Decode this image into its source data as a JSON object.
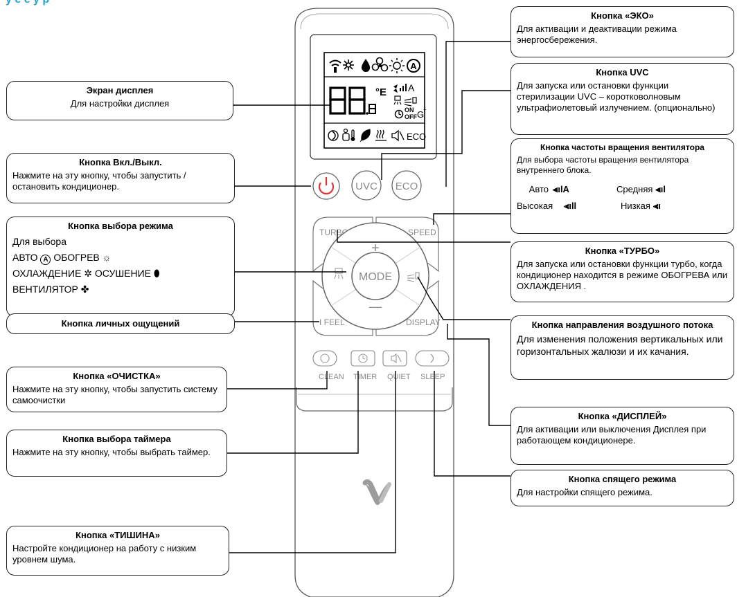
{
  "header": {
    "title_fragment": "у   е        е                       у  р"
  },
  "remote": {
    "lcd_bottom_text": "ECO",
    "lcd_on": "ON",
    "lcd_off": "OFF",
    "btn_uvc": "UVC",
    "btn_eco": "ECO",
    "btn_turbo": "TURBO",
    "btn_speed": "SPEED",
    "btn_mode": "MODE",
    "btn_ifeel": "I FEEL",
    "btn_display": "DISPLAY",
    "lbl_clean": "CLEAN",
    "lbl_timer": "TIMER",
    "lbl_quiet": "QUIET",
    "lbl_sleep": "SLEEP",
    "plus": "+",
    "minus": "—"
  },
  "callouts": {
    "display_screen": {
      "title": "Экран дисплея",
      "desc": "Для настройки дисплея"
    },
    "power": {
      "title": "Кнопка Вкл./Выкл.",
      "desc": "Нажмите на эту кнопку, чтобы запустить / остановить кондиционер."
    },
    "mode": {
      "title": "Кнопка выбора режима",
      "intro": "Для выбора",
      "auto": "АВТО",
      "heat": "ОБОГРЕВ",
      "cool": "ОХЛАЖДЕНИЕ",
      "dry": "ОСУШЕНИЕ",
      "fan": "ВЕНТИЛЯТОР"
    },
    "ifeel": {
      "title": "Кнопка личных ощущений"
    },
    "clean": {
      "title": "Кнопка «ОЧИСТКА»",
      "desc": "Нажмите на эту кнопку, чтобы запустить систему самоочистки"
    },
    "timer": {
      "title": "Кнопка выбора таймера",
      "desc": "Нажмите на эту кнопку, чтобы выбрать таймер."
    },
    "quiet": {
      "title": "Кнопка «ТИШИНА»",
      "desc": "Настройте кондиционер на работу с низким уровнем шума."
    },
    "eco": {
      "title": "Кнопка «ЭКО»",
      "desc": "Для активации и деактивации режима энергосбережения."
    },
    "uvc": {
      "title": "Кнопка UVC",
      "desc": "Для запуска или остановки функции стерилизации UVC – коротковолновым ультрафиолетовый излучением. (опционально)"
    },
    "fan_speed": {
      "title": "Кнопка частоты вращения вентилятора",
      "desc": "Для выбора частоты вращения вентилятора внутреннего блока.",
      "auto": "Авто",
      "medium": "Средняя",
      "high": "Высокая",
      "low": "Низкая"
    },
    "turbo": {
      "title": "Кнопка «ТУРБО»",
      "desc": "Для запуска или остановки функции турбо, когда кондиционер находится в режиме ОБОГРЕВА или ОХЛАЖДЕНИЯ ."
    },
    "airflow": {
      "title": "Кнопка направления воздушного потока",
      "desc": "Для изменения положения вертикальных или горизонтальных жалюзи и их качания."
    },
    "display_btn": {
      "title": "Кнопка «ДИСПЛЕЙ»",
      "desc": "Для активации или выключения Дисплея при работающем кондиционере."
    },
    "sleep": {
      "title": "Кнопка спящего режима",
      "desc": "Для настройки спящего режима."
    }
  }
}
